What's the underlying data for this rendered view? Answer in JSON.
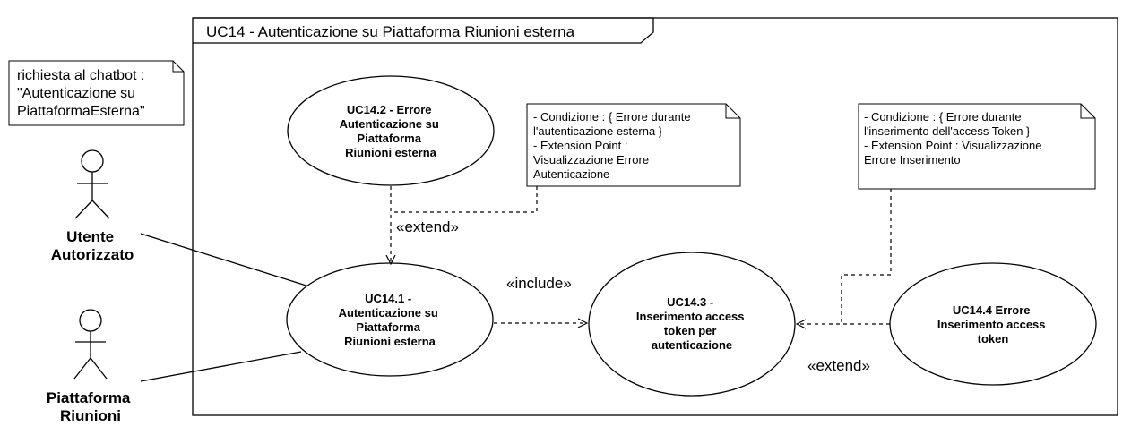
{
  "frame": {
    "title": "UC14 - Autenticazione su Piattaforma Riunioni esterna"
  },
  "top_note": {
    "lines": [
      "richiesta al chatbot :",
      "\"Autenticazione su",
      "PiattaformaEsterna\""
    ]
  },
  "actors": {
    "utente": {
      "lines": [
        "Utente",
        "Autorizzato"
      ]
    },
    "piattaforma": {
      "lines": [
        "Piattaforma",
        "Riunioni"
      ]
    }
  },
  "use_cases": {
    "uc14_2": {
      "lines": [
        "UC14.2 - Errore",
        "Autenticazione su",
        "Piattaforma",
        "Riunioni esterna"
      ]
    },
    "uc14_1": {
      "lines": [
        "UC14.1 -",
        "Autenticazione su",
        "Piattaforma",
        "Riunioni esterna"
      ]
    },
    "uc14_3": {
      "lines": [
        "UC14.3 -",
        "Inserimento access",
        "token per",
        "autenticazione"
      ]
    },
    "uc14_4": {
      "lines": [
        "UC14.4 Errore",
        "Inserimento access",
        "token"
      ]
    }
  },
  "notes": {
    "condition_1": {
      "lines": [
        "- Condizione : { Errore durante",
        "l'autenticazione esterna }",
        "- Extension Point :",
        "Visualizzazione Errore",
        "Autenticazione"
      ]
    },
    "condition_2": {
      "lines": [
        "- Condizione : { Errore durante",
        "l'inserimento dell'access Token }",
        "- Extension Point : Visualizzazione",
        "Errore Inserimento"
      ]
    }
  },
  "relations": {
    "extend_1": "«extend»",
    "include_1": "«include»",
    "extend_2": "«extend»"
  },
  "colors": {
    "line": "#000000",
    "background": "#ffffff"
  }
}
